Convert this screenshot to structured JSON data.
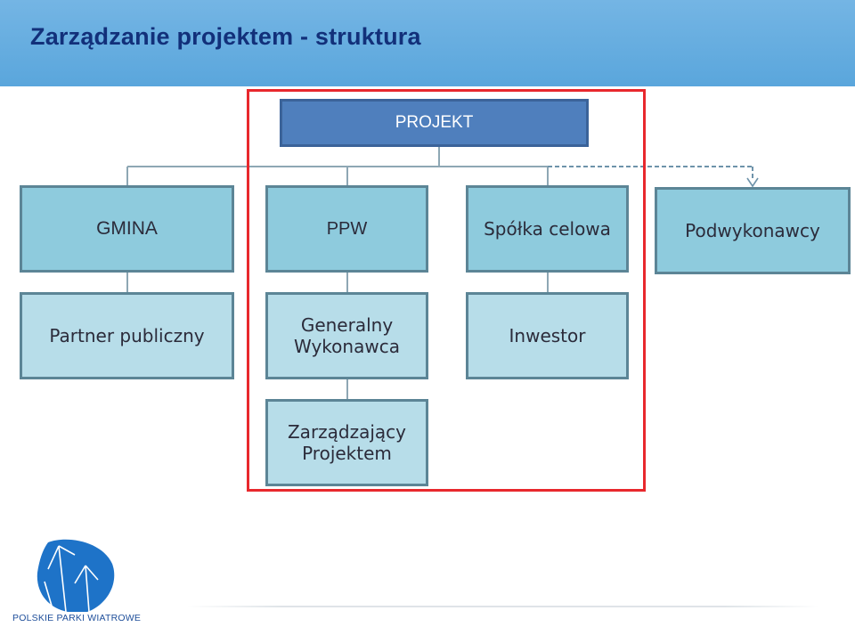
{
  "header": {
    "title": "Zarządzanie projektem - struktura"
  },
  "diagram": {
    "root": "PROJEKT",
    "level1": {
      "gmina": "GMINA",
      "ppw": "PPW",
      "spolka": "Spółka celowa",
      "podwykonawcy": "Podwykonawcy"
    },
    "level2": {
      "partner": "Partner publiczny",
      "generalny": "Generalny Wykonawca",
      "inwestor": "Inwestor"
    },
    "level3": {
      "zarzadzajacy": "Zarządzający Projektem"
    }
  },
  "logo": {
    "text": "POLSKIE PARKI WIATROWE"
  },
  "colors": {
    "header_bg": "#5aa6dc",
    "title": "#12307a",
    "root_box": "#4f7fbd",
    "level1_box": "#8ecbdd",
    "level2_box": "#b7dde9",
    "highlight_frame": "#e8282d",
    "logo": "#1e73c8"
  }
}
